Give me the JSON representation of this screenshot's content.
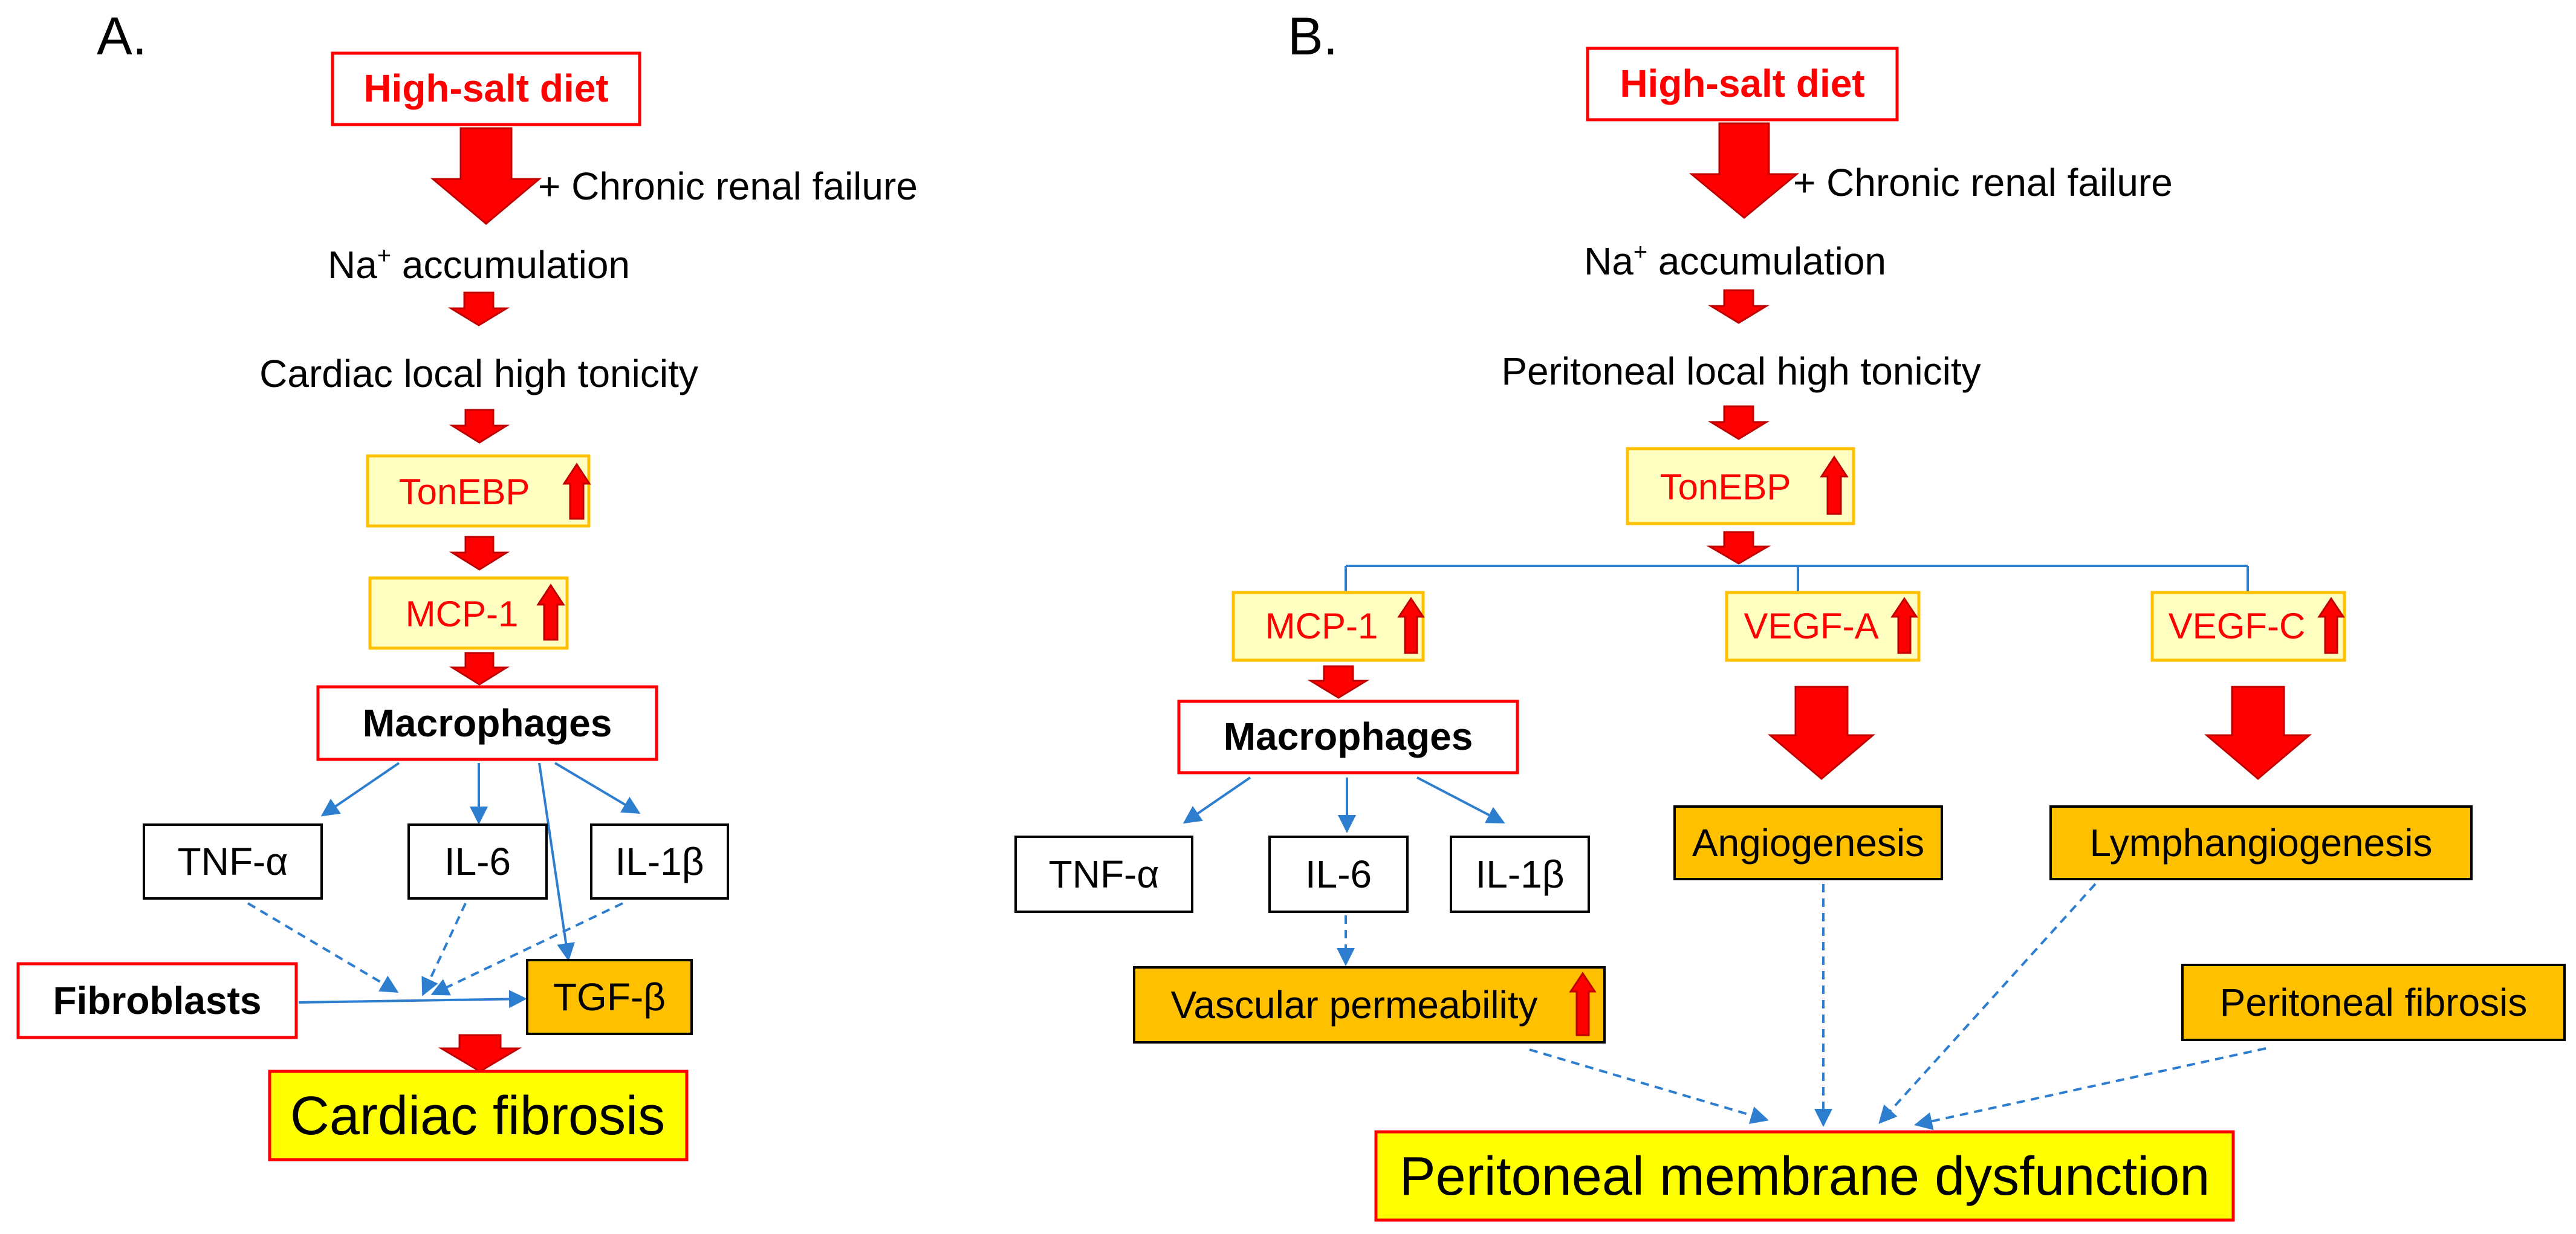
{
  "colors": {
    "red": "#ff0000",
    "blue": "#2e7ecf",
    "yellow_fill": "#ffff00",
    "pale_yellow_fill": "#ffffc2",
    "orange_fill": "#ffc000",
    "dark_red": "#c00000"
  },
  "panel_a": {
    "label": "A.",
    "high_salt": "High-salt diet",
    "crf": "+ Chronic renal failure",
    "na": "Na",
    "na_sup": "+",
    "na_rest": " accumulation",
    "tonicity": "Cardiac local high tonicity",
    "tonebp": "TonEBP",
    "mcp1": "MCP-1",
    "macrophages": "Macrophages",
    "tnf": "TNF-α",
    "il6": "IL-6",
    "il1b": "IL-1β",
    "fibroblasts": "Fibroblasts",
    "tgfb": "TGF-β",
    "outcome": "Cardiac fibrosis"
  },
  "panel_b": {
    "label": "B.",
    "high_salt": "High-salt diet",
    "crf": "+ Chronic renal failure",
    "na": "Na",
    "na_sup": "+",
    "na_rest": " accumulation",
    "tonicity": "Peritoneal local high tonicity",
    "tonebp": "TonEBP",
    "mcp1": "MCP-1",
    "vegfa": "VEGF-A",
    "vegfc": "VEGF-C",
    "macrophages": "Macrophages",
    "tnf": "TNF-α",
    "il6": "IL-6",
    "il1b": "IL-1β",
    "angiogenesis": "Angiogenesis",
    "lymphangiogenesis": "Lymphangiogenesis",
    "permeability": "Vascular permeability",
    "peritoneal_fibrosis": "Peritoneal fibrosis",
    "outcome": "Peritoneal membrane dysfunction"
  },
  "icons": [
    "big-down-arrow-icon",
    "up-arrow-icon",
    "connector-arrow-icon"
  ]
}
